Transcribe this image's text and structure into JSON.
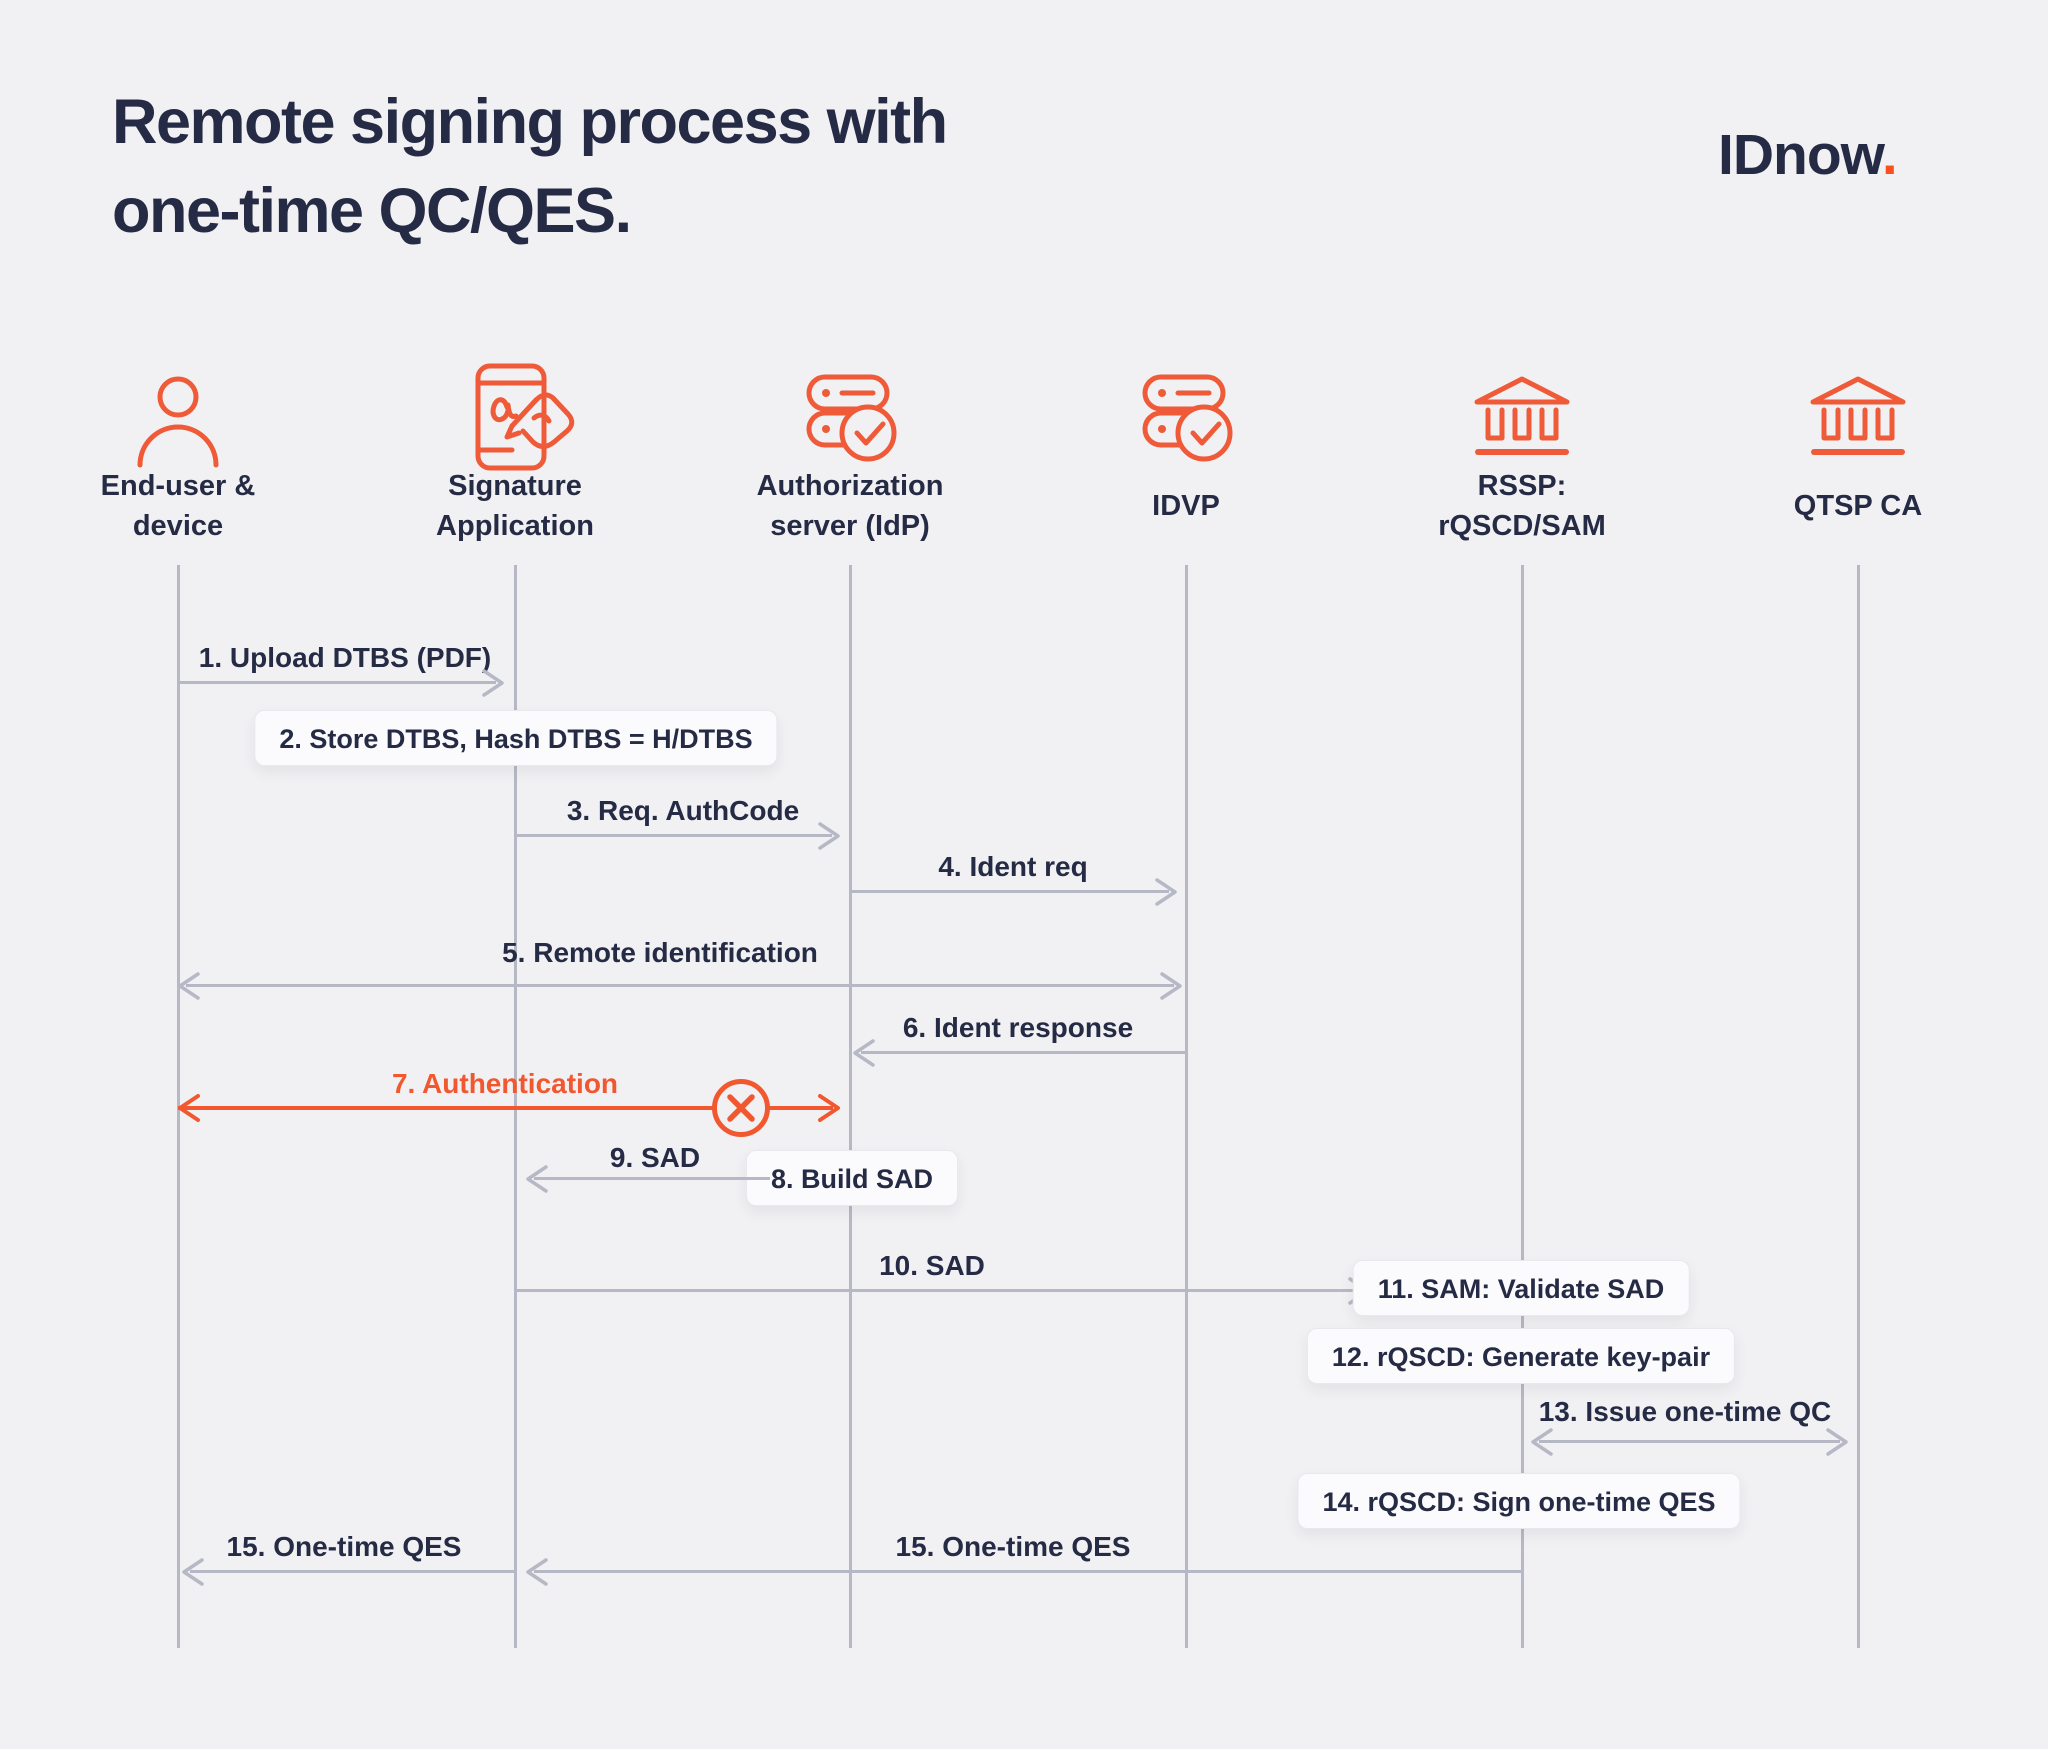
{
  "title": {
    "line1": "Remote signing process with",
    "line2": "one-time QC/QES."
  },
  "logo": {
    "text": "IDnow",
    "dot": "."
  },
  "colors": {
    "background": "#f1f1f3",
    "navy": "#262b45",
    "orange": "#f1582f",
    "line_gray": "#b6b9c5",
    "logo_dot": "#fb4f1d"
  },
  "actors": {
    "end_user": {
      "icon": "person-icon",
      "label_line1": "End-user &",
      "label_line2": "device"
    },
    "signature_app": {
      "icon": "signature-phone-icon",
      "label_line1": "Signature",
      "label_line2": "Application"
    },
    "auth_server": {
      "icon": "server-check-icon",
      "label_line1": "Authorization",
      "label_line2": "server (IdP)"
    },
    "idvp": {
      "icon": "server-check-icon",
      "label": "IDVP"
    },
    "rssp": {
      "icon": "bank-icon",
      "label_line1": "RSSP:",
      "label_line2": "rQSCD/SAM"
    },
    "qtsp": {
      "icon": "bank-icon",
      "label": "QTSP CA"
    }
  },
  "messages": {
    "m1": {
      "label": "1. Upload DTBS (PDF)",
      "type": "arrow",
      "from": "End-user & device",
      "to": "Signature Application"
    },
    "m2": {
      "label": "2. Store DTBS, Hash DTBS = H/DTBS",
      "type": "note",
      "at": "Signature Application"
    },
    "m3": {
      "label": "3. Req. AuthCode",
      "type": "arrow",
      "from": "Signature Application",
      "to": "Authorization server (IdP)"
    },
    "m4": {
      "label": "4. Ident req",
      "type": "arrow",
      "from": "Authorization server (IdP)",
      "to": "IDVP"
    },
    "m5": {
      "label": "5. Remote identification",
      "type": "arrow-both",
      "from": "End-user & device",
      "to": "IDVP"
    },
    "m6": {
      "label": "6. Ident response",
      "type": "arrow",
      "from": "IDVP",
      "to": "Authorization server (IdP)"
    },
    "m7": {
      "label": "7. Authentication",
      "type": "arrow-both",
      "accent": true,
      "from": "End-user & device",
      "to": "Authorization server (IdP)"
    },
    "m8": {
      "label": "8. Build SAD",
      "type": "note",
      "at": "Authorization server (IdP)"
    },
    "m9": {
      "label": "9. SAD",
      "type": "arrow",
      "from": "Authorization server (IdP)",
      "to": "Signature Application"
    },
    "m10": {
      "label": "10. SAD",
      "type": "arrow",
      "from": "Signature Application",
      "to": "RSSP: rQSCD/SAM"
    },
    "m11": {
      "label": "11. SAM: Validate SAD",
      "type": "note",
      "at": "RSSP: rQSCD/SAM"
    },
    "m12": {
      "label": "12. rQSCD: Generate key-pair",
      "type": "note",
      "at": "RSSP: rQSCD/SAM"
    },
    "m13": {
      "label": "13. Issue one-time QC",
      "type": "arrow-both",
      "from": "RSSP: rQSCD/SAM",
      "to": "QTSP CA"
    },
    "m14": {
      "label": "14. rQSCD: Sign one-time QES",
      "type": "note",
      "at": "RSSP: rQSCD/SAM"
    },
    "m15a": {
      "label": "15. One-time QES",
      "type": "arrow",
      "from": "RSSP: rQSCD/SAM",
      "to": "Signature Application"
    },
    "m15b": {
      "label": "15. One-time QES",
      "type": "arrow",
      "from": "Signature Application",
      "to": "End-user & device"
    }
  }
}
